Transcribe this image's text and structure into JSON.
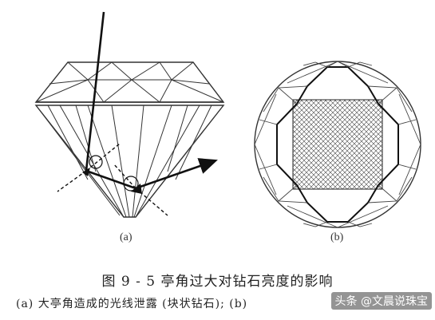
{
  "figure": {
    "label_a": "(a)",
    "label_b": "(b)"
  },
  "caption": {
    "title": "图 9 - 5   亭角过大对钻石亮度的影响",
    "subtitle": "(a) 大亭角造成的光线泄露 (块状钻石); (b)"
  },
  "watermark": {
    "text": "头条 @文晨说珠宝"
  }
}
